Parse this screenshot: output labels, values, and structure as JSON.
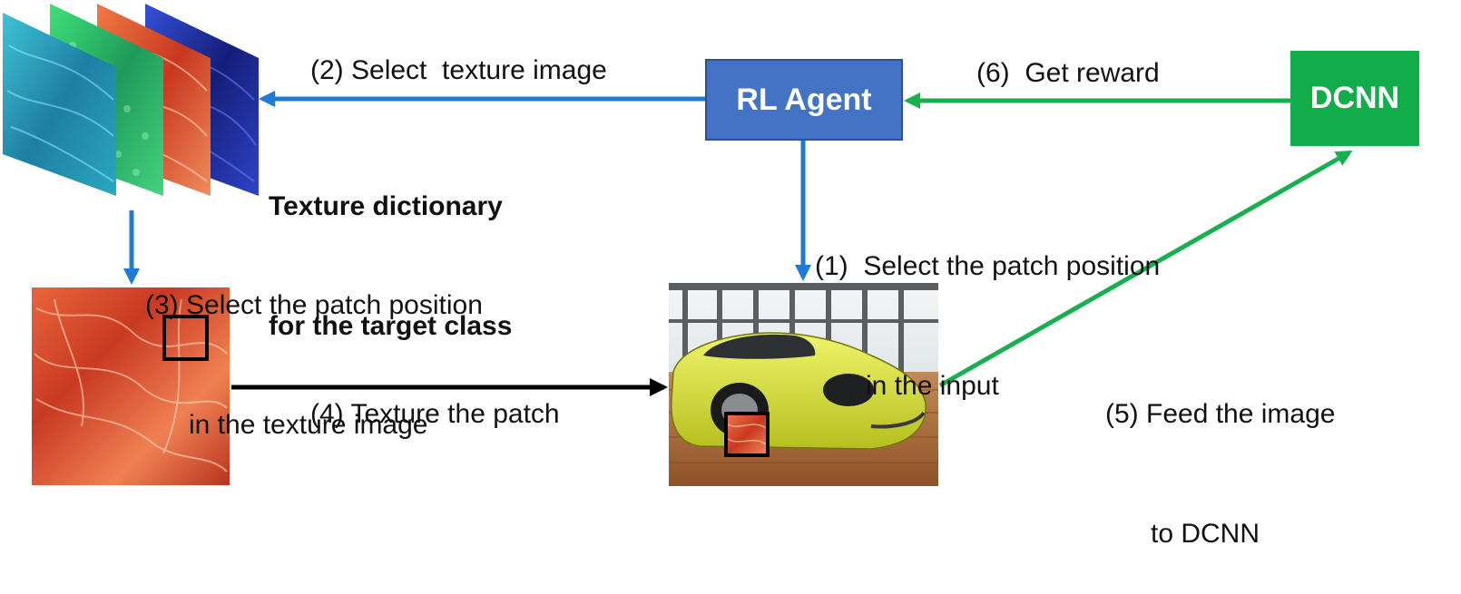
{
  "boxes": {
    "rl_agent": {
      "label": "RL Agent",
      "fill": "#4472C4"
    },
    "dcnn": {
      "label": "DCNN",
      "fill": "#12AD4B"
    }
  },
  "texture_dictionary": {
    "line1": "Texture dictionary",
    "line2": "for the target class"
  },
  "steps": {
    "step1": {
      "line1": "(1)  Select the patch position",
      "line2": "in the input"
    },
    "step2": "(2) Select  texture image",
    "step3": {
      "line1": "(3) Select the patch position",
      "line2": "in the texture image"
    },
    "step4": "(4) Texture the patch",
    "step5": {
      "line1": "(5) Feed the image",
      "line2": "to DCNN"
    },
    "step6": "(6)  Get reward"
  },
  "colors": {
    "blue_arrow": "#1F7BD6",
    "green_arrow": "#18B04E",
    "black_arrow": "#000000",
    "texture_cyan": "#2A9BB8",
    "texture_green": "#2FBF5A",
    "texture_red": "#E2552C",
    "texture_blue": "#2236A8",
    "car_yellow": "#D9E23A",
    "floor_wood": "#A8673A"
  }
}
